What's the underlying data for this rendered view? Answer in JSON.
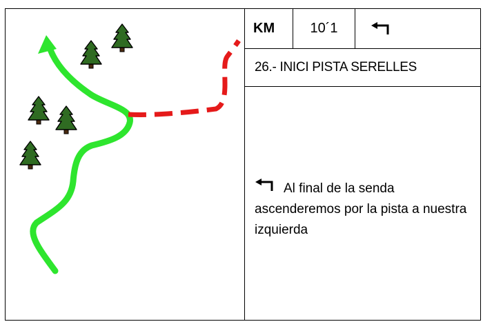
{
  "header": {
    "km_label": "KM",
    "km_value": "10´1",
    "turn_icon": "turn-left-icon"
  },
  "title": "26.- INICI PISTA SERELLES",
  "description": {
    "icon": "turn-left-icon",
    "text": "Al final de la senda ascenderemos por la pista a nuestra izquierda"
  },
  "map": {
    "trail_color": "#2ee52e",
    "track_color": "#e51a1a",
    "tree_color": "#2f6b22",
    "icon": "tree-icon"
  }
}
